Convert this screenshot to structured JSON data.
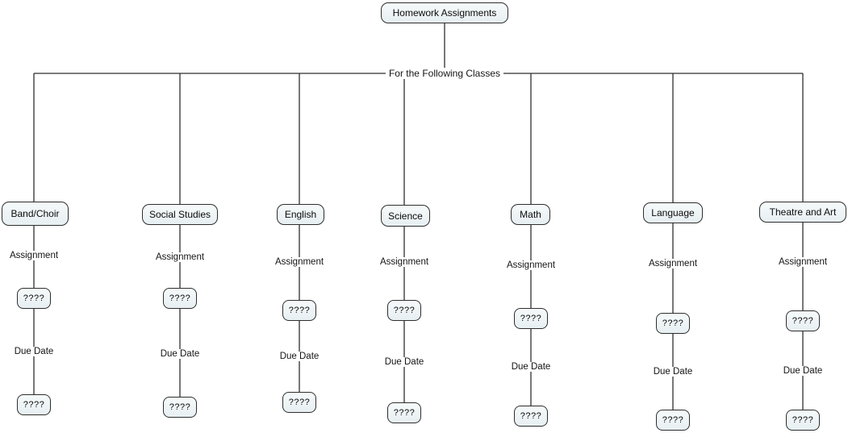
{
  "diagram": {
    "root_label": "Homework Assignments",
    "branch_label": "For the Following Classes",
    "columns": [
      {
        "name": "Band/Choir",
        "assignment_label": "Assignment",
        "assignment_value": "????",
        "due_date_label": "Due Date",
        "due_date_value": "????"
      },
      {
        "name": "Social Studies",
        "assignment_label": "Assignment",
        "assignment_value": "????",
        "due_date_label": "Due Date",
        "due_date_value": "????"
      },
      {
        "name": "English",
        "assignment_label": "Assignment",
        "assignment_value": "????",
        "due_date_label": "Due Date",
        "due_date_value": "????"
      },
      {
        "name": "Science",
        "assignment_label": "Assignment",
        "assignment_value": "????",
        "due_date_label": "Due Date",
        "due_date_value": "????"
      },
      {
        "name": "Math",
        "assignment_label": "Assignment",
        "assignment_value": "????",
        "due_date_label": "Due Date",
        "due_date_value": "????"
      },
      {
        "name": "Language",
        "assignment_label": "Assignment",
        "assignment_value": "????",
        "due_date_label": "Due Date",
        "due_date_value": "????"
      },
      {
        "name": "Theatre and Art",
        "assignment_label": "Assignment",
        "assignment_value": "????",
        "due_date_label": "Due Date",
        "due_date_value": "????"
      }
    ],
    "colors": {
      "background": "#ffffff",
      "node_fill_top": "#f6fafb",
      "node_fill_bottom": "#e7eff2",
      "node_border": "#2e2e2e",
      "line": "#2e2e2e",
      "text": "#0b0b0b"
    }
  }
}
